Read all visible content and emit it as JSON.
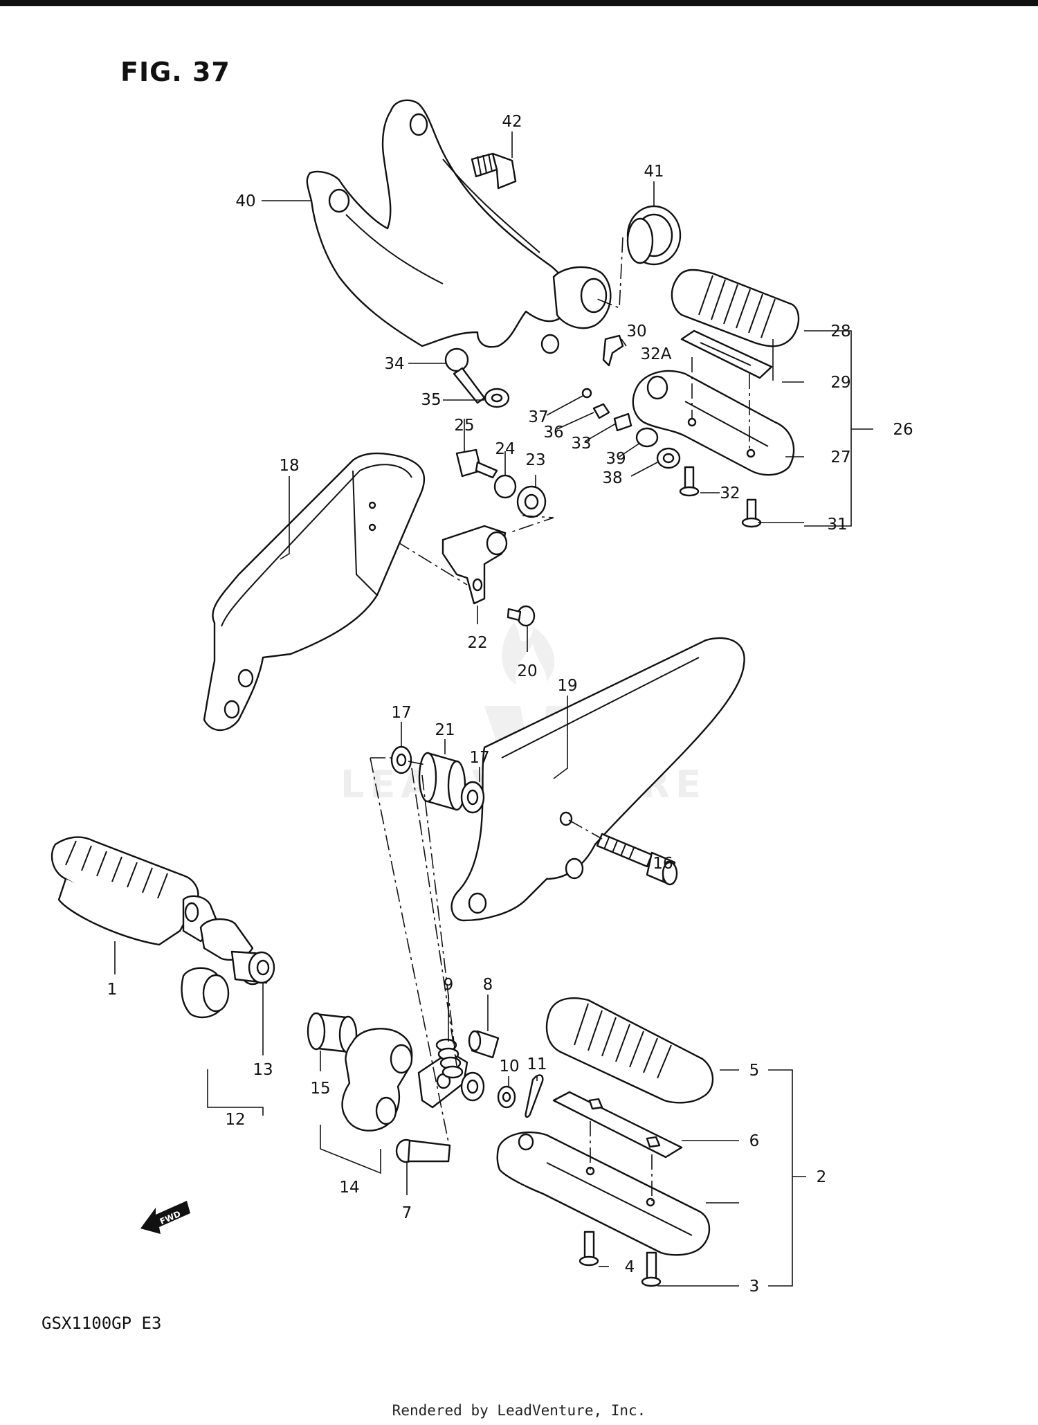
{
  "figure_title": "FIG. 37",
  "model_code": "GSX1100GP  E3",
  "credit": "Rendered by LeadVenture, Inc.",
  "watermark": "LEADVENTURE",
  "fwd_label": "FWD",
  "callouts": {
    "p1": "1",
    "p2": "2",
    "p3": "3",
    "p4": "4",
    "p5": "5",
    "p6": "6",
    "p7": "7",
    "p8": "8",
    "p9": "9",
    "p10": "10",
    "p11": "11",
    "p12": "12",
    "p13": "13",
    "p14": "14",
    "p15": "15",
    "p16": "16",
    "p17a": "17",
    "p17b": "17",
    "p18": "18",
    "p19": "19",
    "p20": "20",
    "p21": "21",
    "p22": "22",
    "p23": "23",
    "p24": "24",
    "p25": "25",
    "p26": "26",
    "p27": "27",
    "p28": "28",
    "p29": "29",
    "p30": "30",
    "p31": "31",
    "p32": "32",
    "p32a": "32A",
    "p33": "33",
    "p34": "34",
    "p35": "35",
    "p36": "36",
    "p37": "37",
    "p38": "38",
    "p39": "39",
    "p40": "40",
    "p41": "41",
    "p42": "42"
  }
}
